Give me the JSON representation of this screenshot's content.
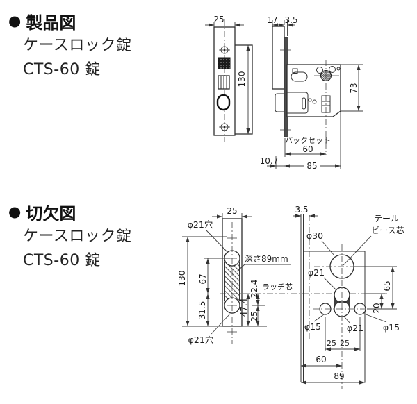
{
  "sections": {
    "product": {
      "bullet": "●",
      "title": "製品図",
      "subtitle1": "ケースロック錠",
      "subtitle2": "CTS-60 錠"
    },
    "cutout": {
      "bullet": "●",
      "title": "切欠図",
      "subtitle1": "ケースロック錠",
      "subtitle2": "CTS-60 錠"
    }
  },
  "product_drawing": {
    "front_view": {
      "faceplate_width": "25",
      "case_height": "130"
    },
    "side_view": {
      "plate_width": "17",
      "faceplate_thickness": "3.5",
      "case_height": "73",
      "backset_label": "バックセット",
      "backset_value": "60",
      "latch_projection": "10.7",
      "case_depth": "85"
    }
  },
  "cutout_drawing": {
    "edge_view": {
      "faceplate_width": "25",
      "hole_label_top": "φ21穴",
      "hole_label_bottom": "φ21穴",
      "depth_label": "深さ89mm",
      "latch_axis_label": "ラッチ芯",
      "total_height": "130",
      "upper_span": "67",
      "lower_span": "31.5",
      "latch_to_bottom": "47.4",
      "latch_to_hole": "22.4",
      "hole_to_bottom": "25"
    },
    "face_view": {
      "edge_offset": "3.5",
      "tailpiece_label_line1": "テール",
      "tailpiece_label_line2": "ピース芯",
      "hole_top": "φ30",
      "hole_mid": "φ21",
      "hole_bottom": "φ21",
      "hole_left": "φ15",
      "hole_right": "φ15",
      "tail_to_holes": "65",
      "latch_to_holes": "20",
      "hole_spacing_left": "25",
      "hole_spacing_right": "25",
      "backset": "60",
      "cutout_width": "89"
    }
  }
}
